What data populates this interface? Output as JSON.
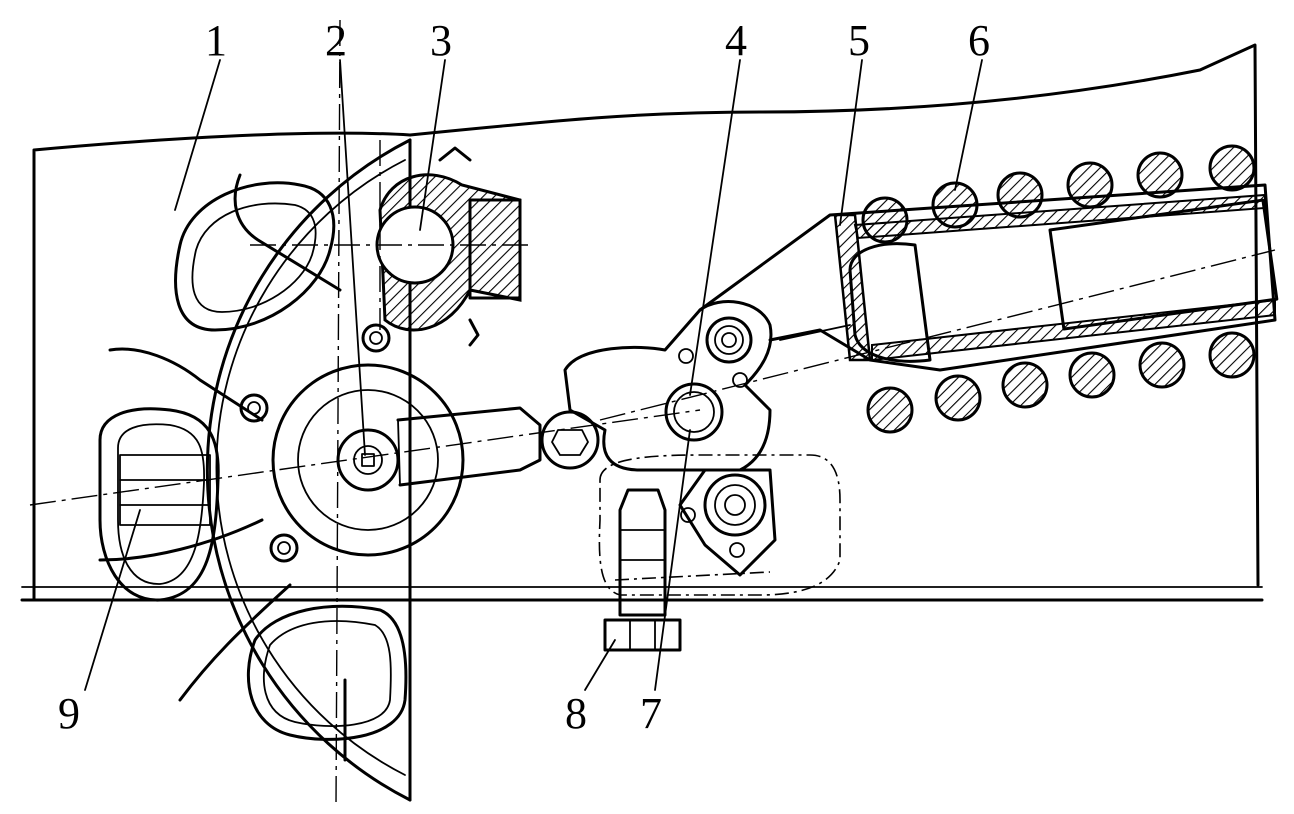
{
  "figure": {
    "callouts": [
      {
        "id": "1",
        "text": "1"
      },
      {
        "id": "2",
        "text": "2"
      },
      {
        "id": "3",
        "text": "3"
      },
      {
        "id": "4",
        "text": "4"
      },
      {
        "id": "5",
        "text": "5"
      },
      {
        "id": "6",
        "text": "6"
      },
      {
        "id": "7",
        "text": "7"
      },
      {
        "id": "8",
        "text": "8"
      },
      {
        "id": "9",
        "text": "9"
      }
    ]
  }
}
